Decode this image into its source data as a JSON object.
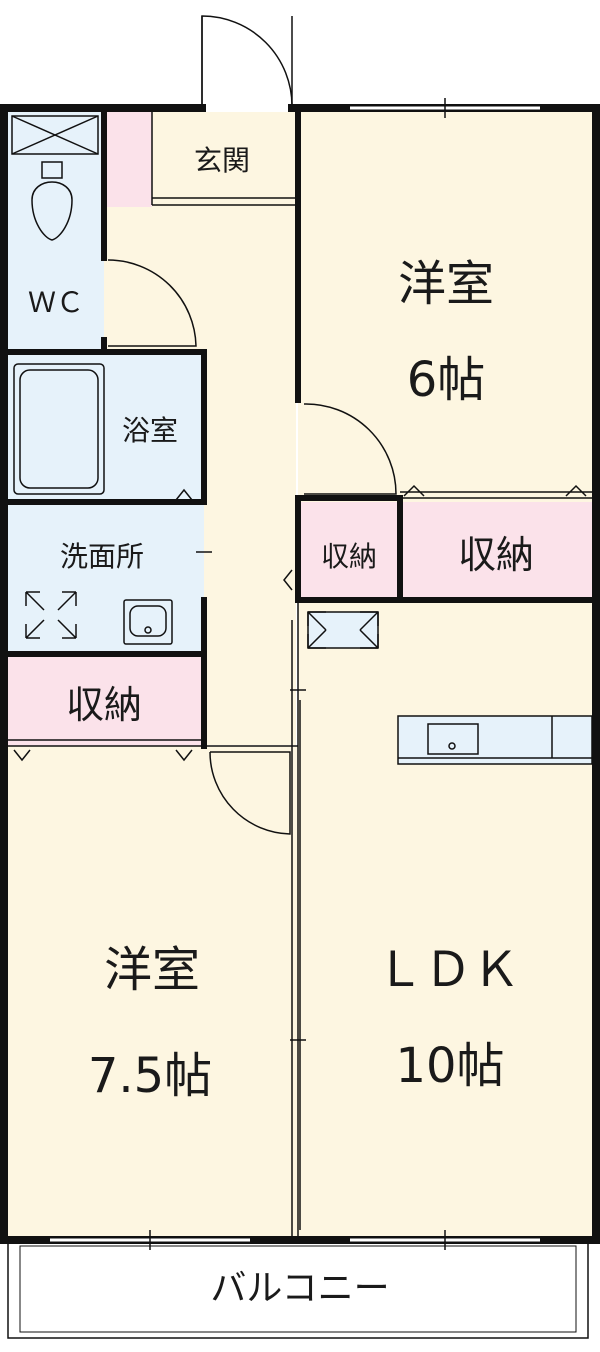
{
  "colors": {
    "room_cream": "#fdf6e1",
    "wet_blue": "#e6f2fa",
    "storage_pink": "#fbe2ea",
    "wall": "#111111",
    "balcony_white": "#ffffff"
  },
  "rooms": {
    "entrance": {
      "label": "玄関"
    },
    "wc": {
      "label": "ＷＣ"
    },
    "bath": {
      "label": "浴室"
    },
    "washroom": {
      "label": "洗面所"
    },
    "storage_left": {
      "label": "収納"
    },
    "storage_small": {
      "label": "収納"
    },
    "storage_right": {
      "label": "収納"
    },
    "western_room_1": {
      "name": "洋室",
      "size": "6帖"
    },
    "western_room_2": {
      "name": "洋室",
      "size": "7.5帖"
    },
    "ldk": {
      "name": "ＬＤＫ",
      "size": "10帖"
    },
    "balcony": {
      "label": "バルコニー"
    }
  }
}
